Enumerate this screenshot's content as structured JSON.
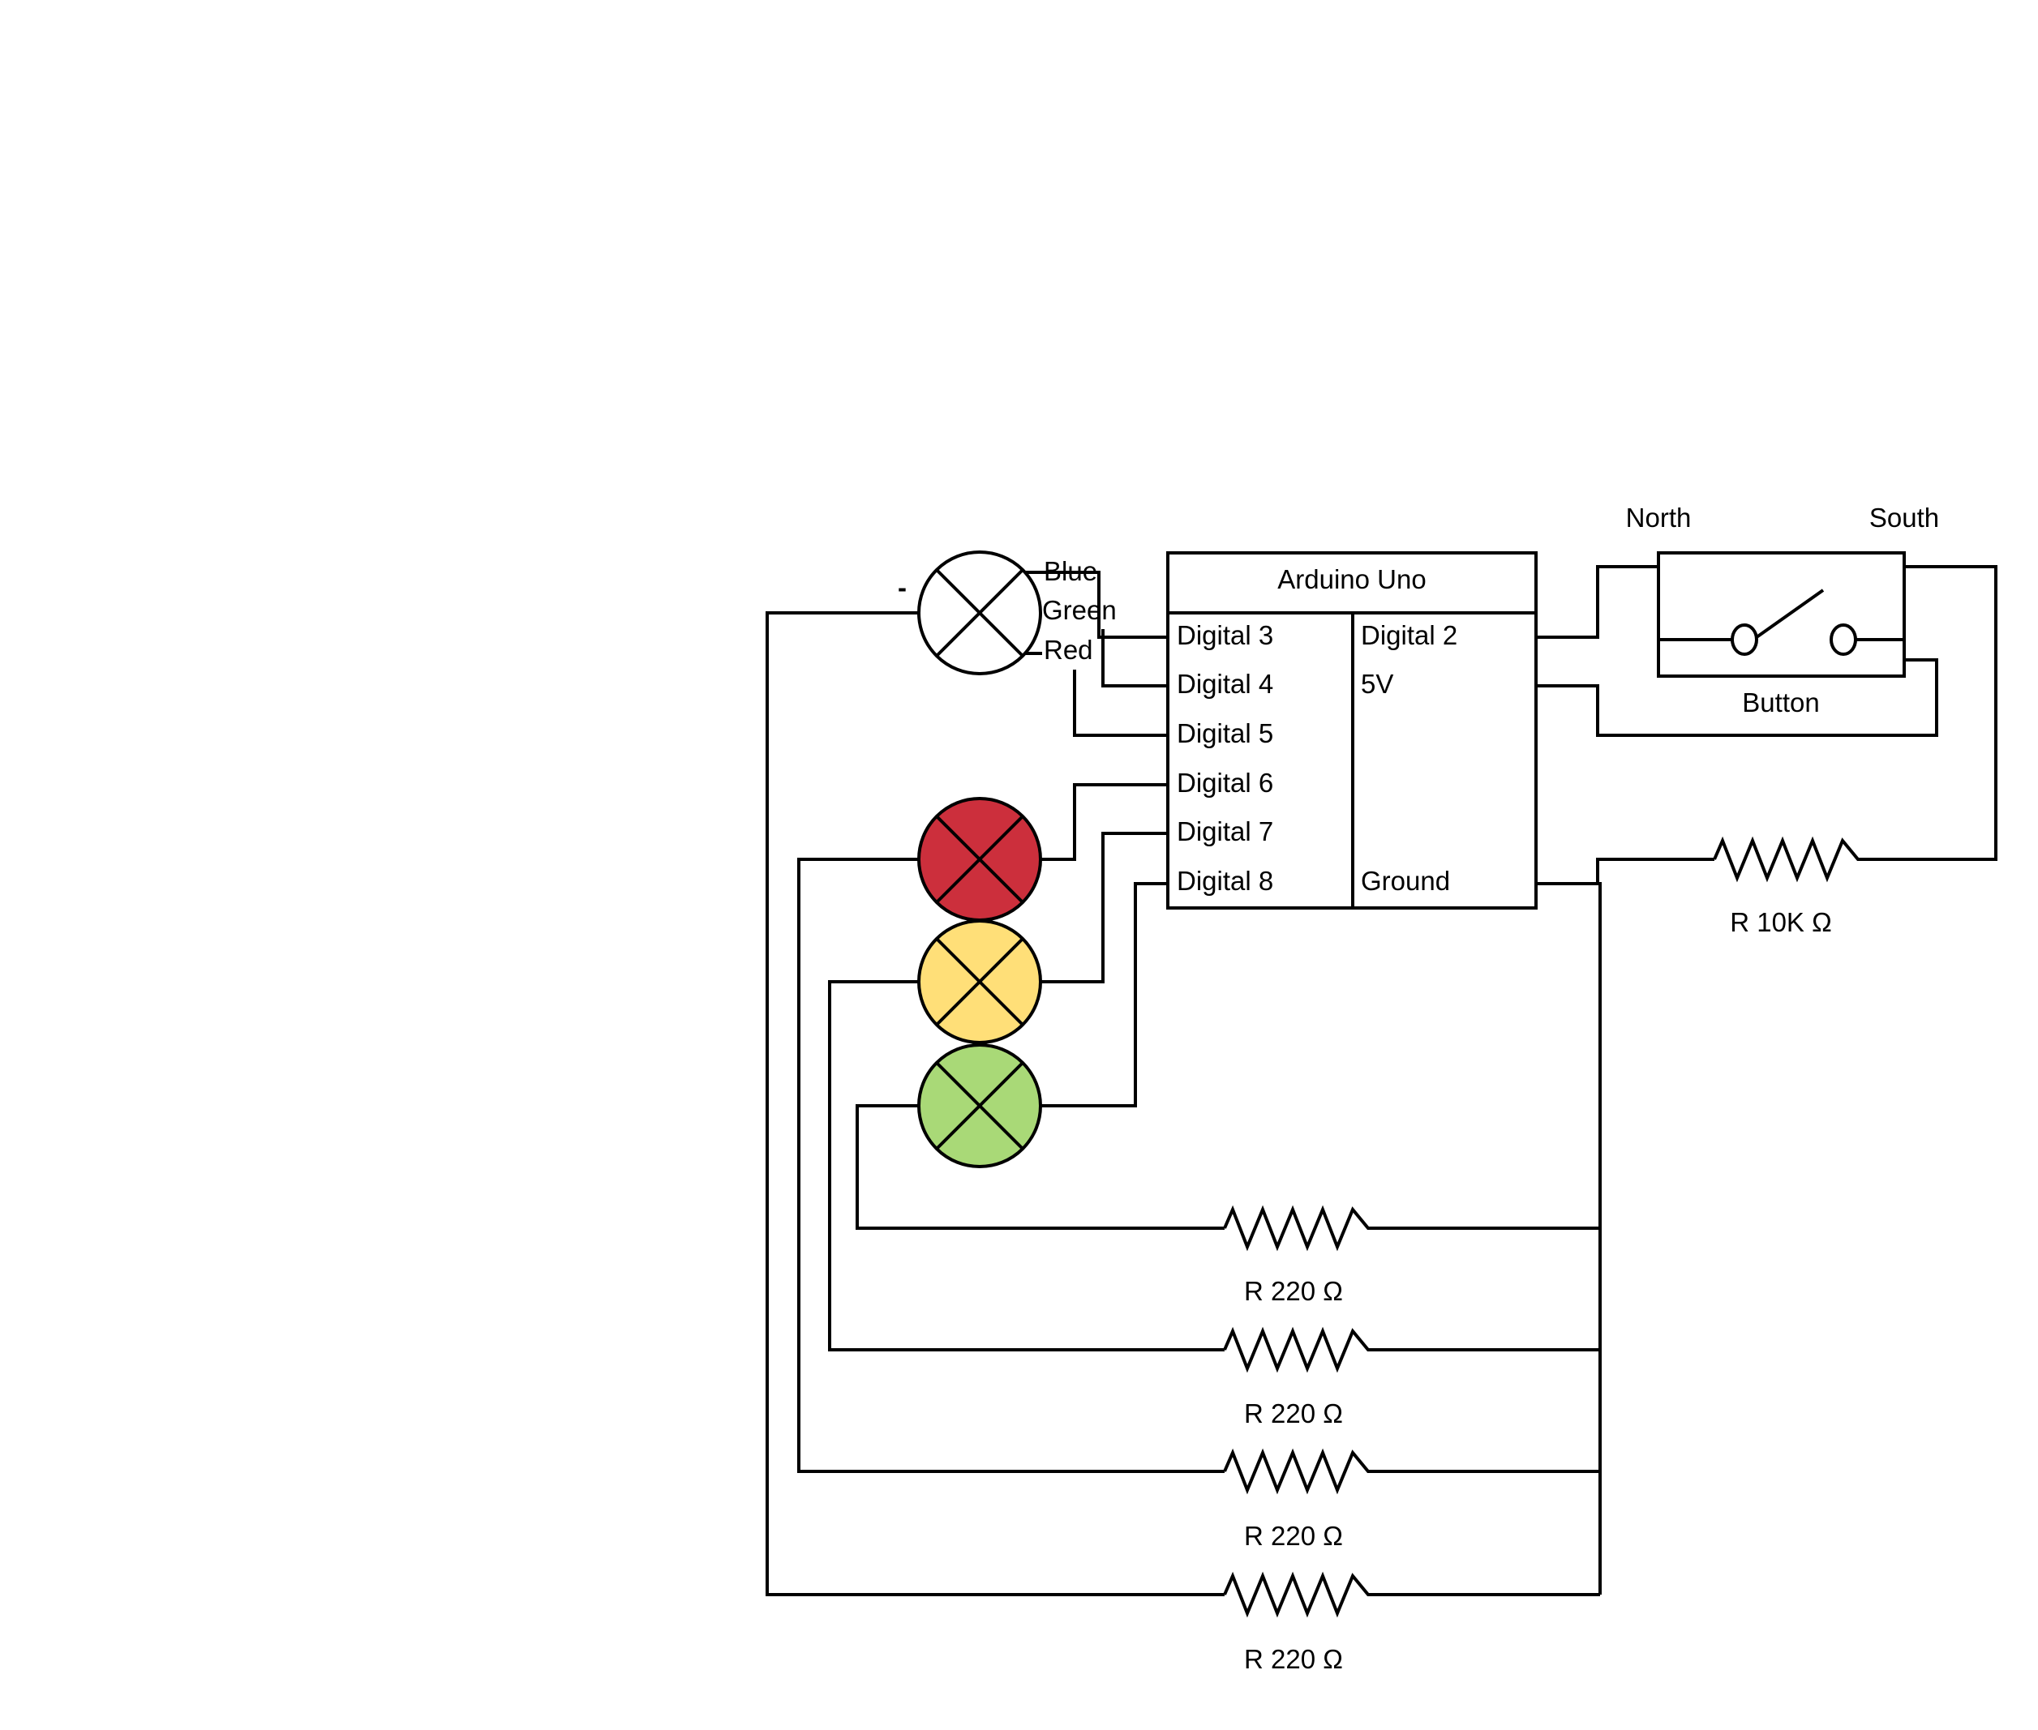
{
  "arduino": {
    "title": "Arduino Uno",
    "left_pins": [
      "Digital 3",
      "Digital 4",
      "Digital 5",
      "Digital 6",
      "Digital 7",
      "Digital 8"
    ],
    "right_pins": [
      "Digital 2",
      "5V",
      "Ground"
    ]
  },
  "rgb_led": {
    "minus_label": "-",
    "leads": [
      "Blue",
      "Green",
      "Red"
    ]
  },
  "leds": [
    {
      "name": "red",
      "color": "#CC2F3C"
    },
    {
      "name": "yellow",
      "color": "#FFDF78"
    },
    {
      "name": "green",
      "color": "#A9D977"
    }
  ],
  "button": {
    "label": "Button",
    "north_label": "North",
    "south_label": "South"
  },
  "pullup_resistor": {
    "label": "R 10K Ω"
  },
  "resistors": [
    {
      "label": "R 220 Ω"
    },
    {
      "label": "R 220 Ω"
    },
    {
      "label": "R 220 Ω"
    },
    {
      "label": "R 220 Ω"
    }
  ]
}
